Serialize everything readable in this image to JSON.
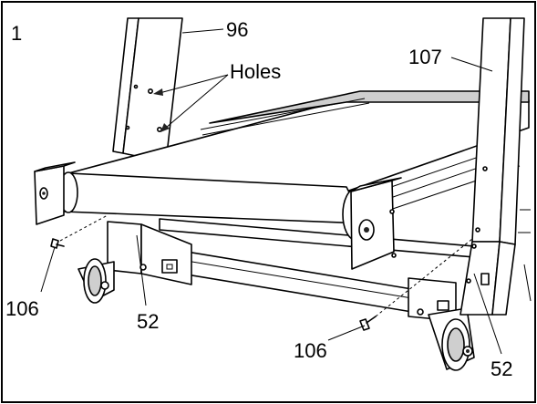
{
  "step_number": "1",
  "labels": {
    "part_96": "96",
    "holes": "Holes",
    "part_107": "107",
    "part_106_left": "106",
    "part_52_left": "52",
    "part_106_right": "106",
    "part_52_right": "52"
  }
}
